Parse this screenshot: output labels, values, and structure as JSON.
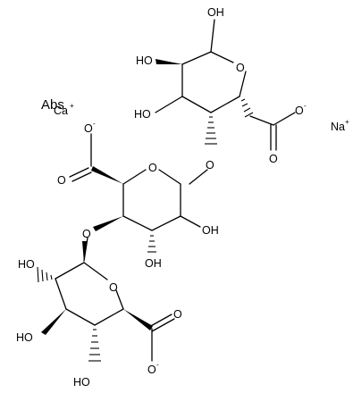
{
  "structure": {
    "abs_flag": "Abs",
    "counter_ions": {
      "calcium": {
        "symbol": "Ca",
        "charge": "+"
      },
      "sodium": {
        "symbol": "Na",
        "charge": "+"
      }
    },
    "labels": {
      "ring1_anomeric_oh": "OH",
      "ring1_c4_oh": "HO",
      "ring1_c3_oh": "HO",
      "ring1_ring_o": "O",
      "ring1_carboxyl_o_minus": "O",
      "ring1_carboxyl_o_double": "O",
      "ring1_glycosidic_o": "O",
      "ring2_carboxyl_o_minus": "O",
      "ring2_carboxyl_o_double": "O",
      "ring2_ring_o": "O",
      "ring2_c2_oh": "OH",
      "ring2_c3_oh": "OH",
      "ring2_glycosidic_o": "O",
      "ring3_c2_oh": "HO",
      "ring3_c3_oh": "HO",
      "ring3_c4_oh": "HO",
      "ring3_ring_o": "O",
      "ring3_carboxyl_o_double": "O",
      "ring3_carboxyl_o_minus": "O"
    },
    "charge_symbol": "-"
  }
}
